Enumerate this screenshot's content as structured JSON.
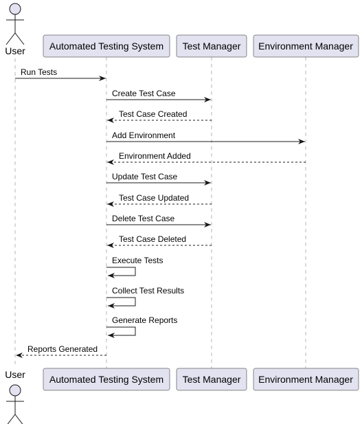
{
  "participants": [
    {
      "id": "user",
      "label": "User",
      "kind": "actor"
    },
    {
      "id": "ats",
      "label": "Automated Testing System",
      "kind": "participant"
    },
    {
      "id": "tm",
      "label": "Test Manager",
      "kind": "participant"
    },
    {
      "id": "em",
      "label": "Environment Manager",
      "kind": "participant"
    }
  ],
  "messages": [
    {
      "from": "user",
      "to": "ats",
      "label": "Run Tests",
      "style": "sync"
    },
    {
      "from": "ats",
      "to": "tm",
      "label": "Create Test Case",
      "style": "sync"
    },
    {
      "from": "tm",
      "to": "ats",
      "label": "Test Case Created",
      "style": "reply"
    },
    {
      "from": "ats",
      "to": "em",
      "label": "Add Environment",
      "style": "sync"
    },
    {
      "from": "em",
      "to": "ats",
      "label": "Environment Added",
      "style": "reply"
    },
    {
      "from": "ats",
      "to": "tm",
      "label": "Update Test Case",
      "style": "sync"
    },
    {
      "from": "tm",
      "to": "ats",
      "label": "Test Case Updated",
      "style": "reply"
    },
    {
      "from": "ats",
      "to": "tm",
      "label": "Delete Test Case",
      "style": "sync"
    },
    {
      "from": "tm",
      "to": "ats",
      "label": "Test Case Deleted",
      "style": "reply"
    },
    {
      "from": "ats",
      "to": "ats",
      "label": "Execute Tests",
      "style": "self"
    },
    {
      "from": "ats",
      "to": "ats",
      "label": "Collect Test Results",
      "style": "self"
    },
    {
      "from": "ats",
      "to": "ats",
      "label": "Generate Reports",
      "style": "self"
    },
    {
      "from": "ats",
      "to": "user",
      "label": "Reports Generated",
      "style": "reply"
    }
  ],
  "colors": {
    "participant_fill": "#e2e2f0",
    "border": "#181818",
    "lifeline": "#b5b5b5"
  }
}
